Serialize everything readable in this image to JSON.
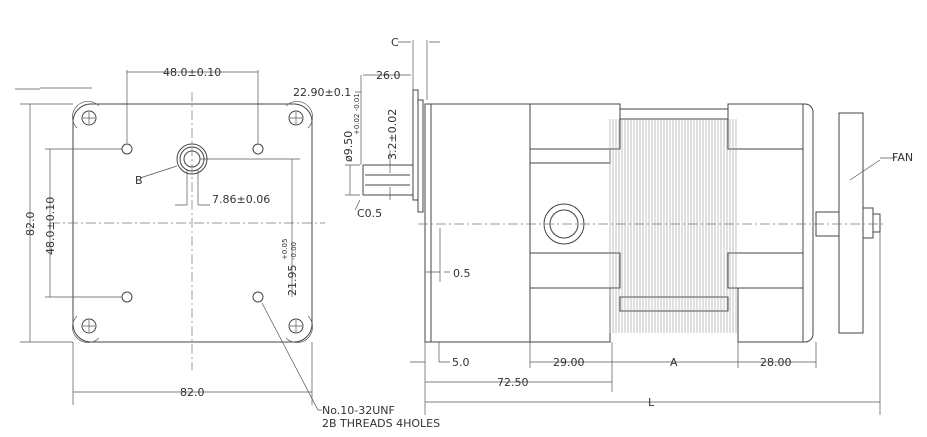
{
  "drawing": {
    "front_view": {
      "width_label": "82.0",
      "height_label": "82.0",
      "hole_spacing_h": "48.0±0.10",
      "hole_spacing_v": "48.0±0.10",
      "shaft_flat": "7.86±0.06",
      "shaft_offset": "21.95",
      "shaft_offset_tol_upper": "+0.05",
      "shaft_offset_tol_lower": "-0.00",
      "callout_b": "B",
      "thread_note_1": "No.10-32UNF",
      "thread_note_2": "2B THREADS 4HOLES"
    },
    "shaft_detail": {
      "c_label": "C",
      "shaft_length": "26.0",
      "shaft_face": "22.90±0.1",
      "diameter": "ø9.50",
      "diameter_tol": "+0.02 -0.01",
      "flat_depth": "3.2±0.02",
      "chamfer": "C0.5"
    },
    "side_view": {
      "gap": "0.5",
      "flange": "5.0",
      "dim_29": "29.00",
      "dim_a": "A",
      "dim_28": "28.00",
      "dim_72": "72.50",
      "dim_l": "L",
      "fan_label": "FAN"
    }
  }
}
